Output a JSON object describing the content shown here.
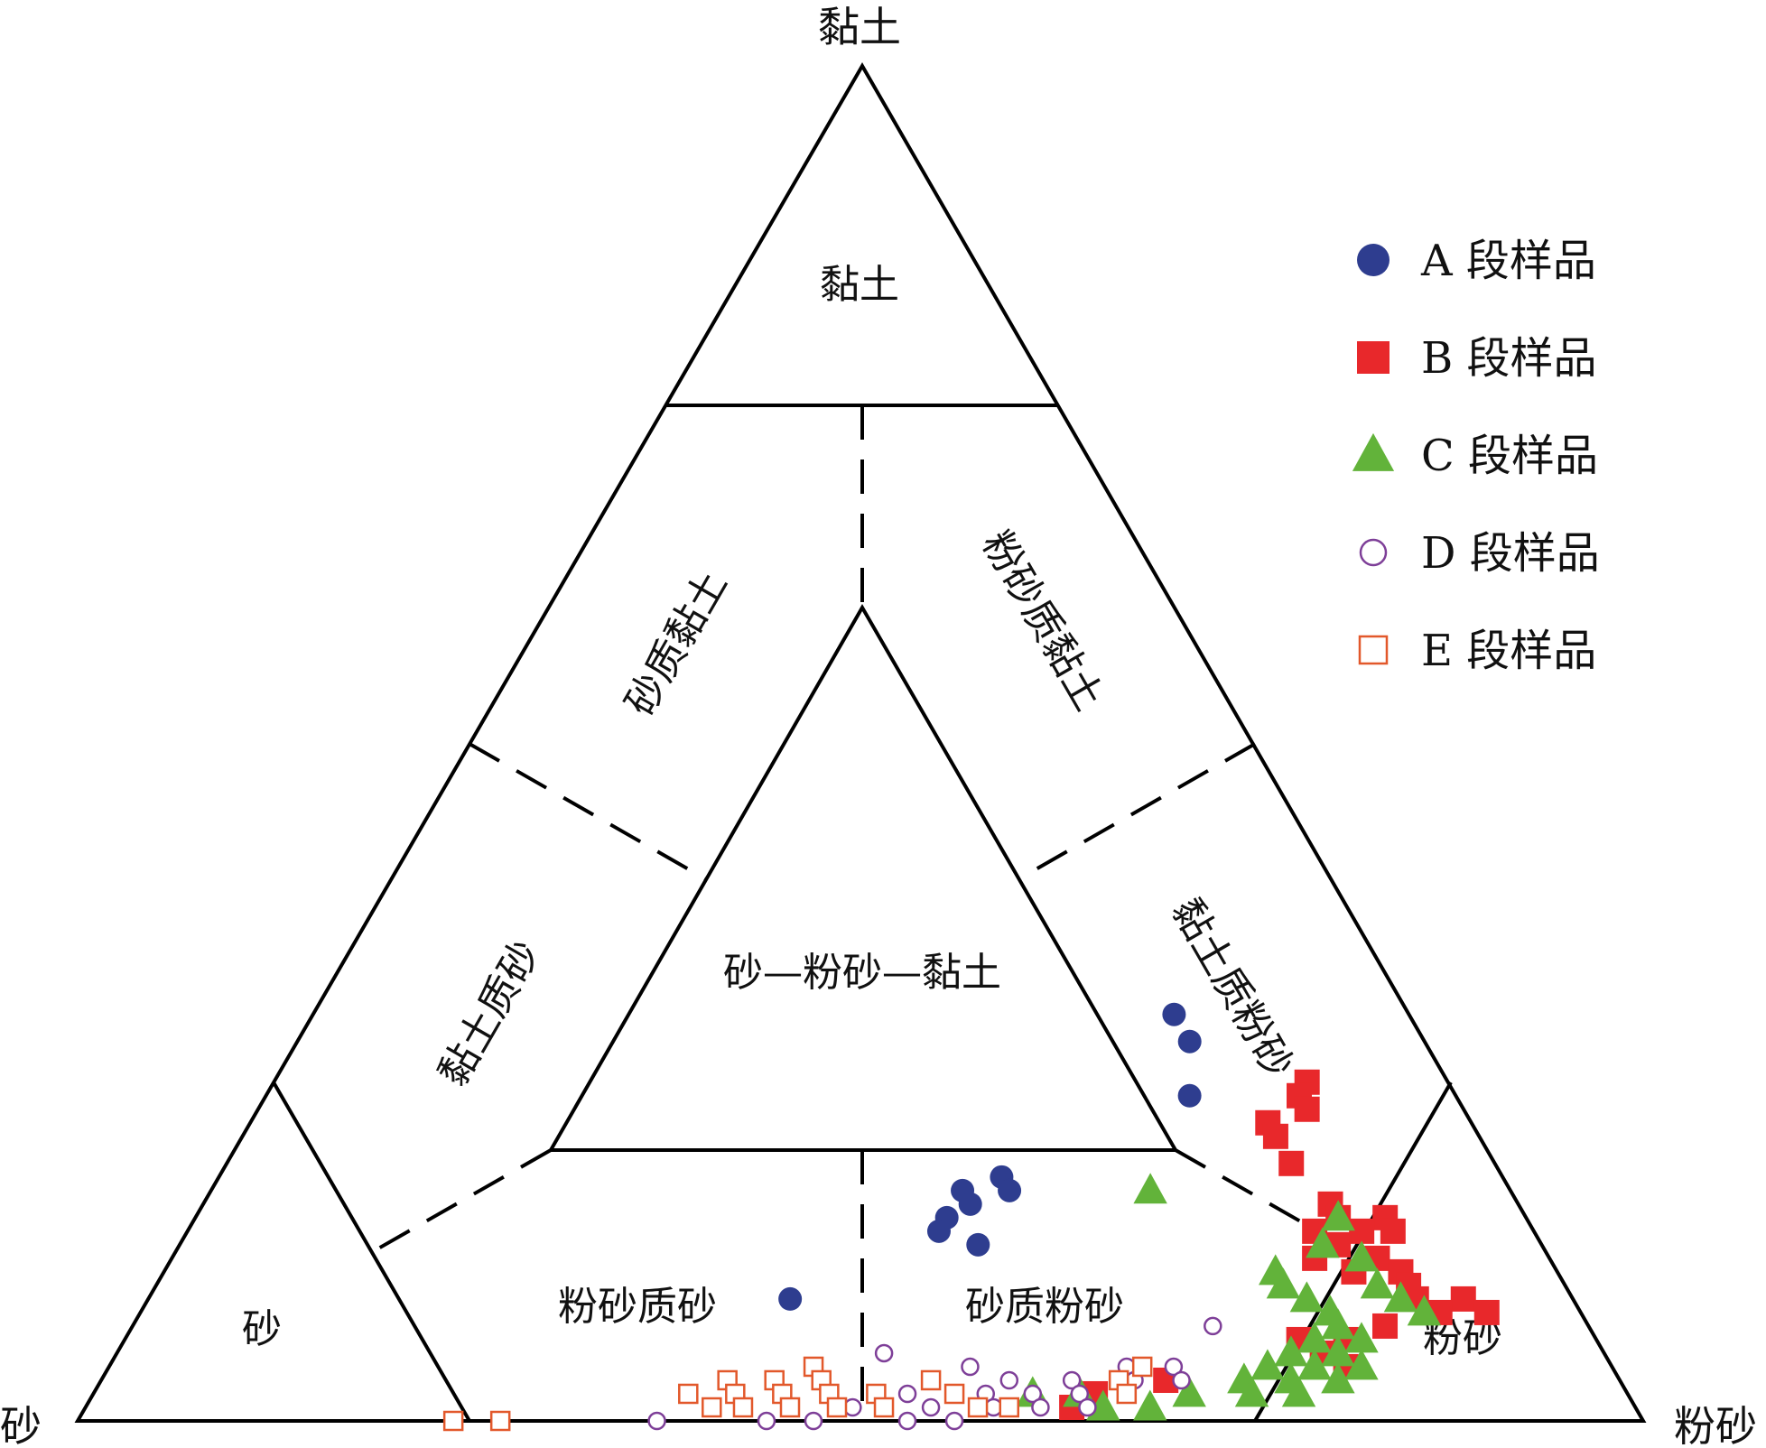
{
  "chart_data": {
    "type": "scatter",
    "subtype": "ternary",
    "apex_labels": {
      "top": "黏土",
      "left": "砂",
      "right": "粉砂"
    },
    "region_labels": {
      "clay": "黏土",
      "sandy_clay": "砂质黏土",
      "silty_clay": "粉砂质黏土",
      "clayey_sand": "黏土质砂",
      "clayey_silt": "黏土质粉砂",
      "sand_silt_clay": "砂—粉砂—黏土",
      "sand": "砂",
      "silty_sand": "粉砂质砂",
      "sandy_silt": "砂质粉砂",
      "silt": "粉砂"
    },
    "legend_position": "top-right",
    "series": [
      {
        "name": "A 段样品",
        "marker": "filled-circle",
        "color": "#2e3d8f",
        "points": [
          {
            "clay": 30,
            "silt": 55
          },
          {
            "clay": 28,
            "silt": 57
          },
          {
            "clay": 24,
            "silt": 59
          },
          {
            "clay": 18,
            "silt": 50
          },
          {
            "clay": 17,
            "silt": 48
          },
          {
            "clay": 17,
            "silt": 51
          },
          {
            "clay": 16,
            "silt": 49
          },
          {
            "clay": 15,
            "silt": 48
          },
          {
            "clay": 14,
            "silt": 48
          },
          {
            "clay": 13,
            "silt": 51
          },
          {
            "clay": 9,
            "silt": 41
          }
        ]
      },
      {
        "name": "B 段样品",
        "marker": "filled-square",
        "color": "#e8282b",
        "points": [
          {
            "clay": 25,
            "silt": 66
          },
          {
            "clay": 24,
            "silt": 66
          },
          {
            "clay": 23,
            "silt": 67
          },
          {
            "clay": 22,
            "silt": 65
          },
          {
            "clay": 21,
            "silt": 66
          },
          {
            "clay": 19,
            "silt": 68
          },
          {
            "clay": 16,
            "silt": 72
          },
          {
            "clay": 15,
            "silt": 73
          },
          {
            "clay": 15,
            "silt": 76
          },
          {
            "clay": 14,
            "silt": 72
          },
          {
            "clay": 14,
            "silt": 75
          },
          {
            "clay": 14,
            "silt": 77
          },
          {
            "clay": 13,
            "silt": 74
          },
          {
            "clay": 12,
            "silt": 73
          },
          {
            "clay": 12,
            "silt": 77
          },
          {
            "clay": 11,
            "silt": 76
          },
          {
            "clay": 11,
            "silt": 79
          },
          {
            "clay": 10,
            "silt": 80
          },
          {
            "clay": 9,
            "silt": 81
          },
          {
            "clay": 9,
            "silt": 84
          },
          {
            "clay": 8,
            "silt": 83
          },
          {
            "clay": 8,
            "silt": 86
          },
          {
            "clay": 7,
            "silt": 80
          },
          {
            "clay": 6,
            "silt": 75
          },
          {
            "clay": 6,
            "silt": 78
          },
          {
            "clay": 5,
            "silt": 77
          },
          {
            "clay": 4,
            "silt": 79
          },
          {
            "clay": 3,
            "silt": 68
          },
          {
            "clay": 2,
            "silt": 64
          },
          {
            "clay": 1,
            "silt": 63
          }
        ]
      },
      {
        "name": "C 段样品",
        "marker": "filled-triangle",
        "color": "#62b33a",
        "points": [
          {
            "clay": 17,
            "silt": 60
          },
          {
            "clay": 15,
            "silt": 73
          },
          {
            "clay": 13,
            "silt": 73
          },
          {
            "clay": 12,
            "silt": 76
          },
          {
            "clay": 11,
            "silt": 71
          },
          {
            "clay": 10,
            "silt": 72
          },
          {
            "clay": 10,
            "silt": 78
          },
          {
            "clay": 9,
            "silt": 74
          },
          {
            "clay": 9,
            "silt": 80
          },
          {
            "clay": 8,
            "silt": 76
          },
          {
            "clay": 8,
            "silt": 82
          },
          {
            "clay": 7,
            "silt": 77
          },
          {
            "clay": 6,
            "silt": 76
          },
          {
            "clay": 6,
            "silt": 79
          },
          {
            "clay": 5,
            "silt": 75
          },
          {
            "clay": 5,
            "silt": 78
          },
          {
            "clay": 4,
            "silt": 74
          },
          {
            "clay": 4,
            "silt": 77
          },
          {
            "clay": 4,
            "silt": 80
          },
          {
            "clay": 3,
            "silt": 73
          },
          {
            "clay": 3,
            "silt": 76
          },
          {
            "clay": 3,
            "silt": 79
          },
          {
            "clay": 2,
            "silt": 70
          },
          {
            "clay": 2,
            "silt": 74
          },
          {
            "clay": 2,
            "silt": 77
          },
          {
            "clay": 2,
            "silt": 63
          },
          {
            "clay": 2,
            "silt": 60
          },
          {
            "clay": 1,
            "silt": 65
          },
          {
            "clay": 1,
            "silt": 68
          }
        ]
      },
      {
        "name": "D 段样品",
        "marker": "open-circle",
        "color": "#7e3f98",
        "points": [
          {
            "clay": 7,
            "silt": 69
          },
          {
            "clay": 5,
            "silt": 49
          },
          {
            "clay": 4,
            "silt": 55
          },
          {
            "clay": 4,
            "silt": 65
          },
          {
            "clay": 4,
            "silt": 68
          },
          {
            "clay": 3,
            "silt": 53
          },
          {
            "clay": 3,
            "silt": 58
          },
          {
            "clay": 3,
            "silt": 62
          },
          {
            "clay": 3,
            "silt": 66
          },
          {
            "clay": 3,
            "silt": 69
          },
          {
            "clay": 2,
            "silt": 44
          },
          {
            "clay": 2,
            "silt": 52
          },
          {
            "clay": 2,
            "silt": 57
          },
          {
            "clay": 2,
            "silt": 60
          },
          {
            "clay": 2,
            "silt": 63
          },
          {
            "clay": 2,
            "silt": 66
          },
          {
            "clay": 1,
            "silt": 45
          },
          {
            "clay": 1,
            "silt": 49
          },
          {
            "clay": 1,
            "silt": 51
          },
          {
            "clay": 1,
            "silt": 54
          },
          {
            "clay": 1,
            "silt": 58
          },
          {
            "clay": 1,
            "silt": 61
          },
          {
            "clay": 1,
            "silt": 64
          },
          {
            "clay": 0,
            "silt": 37
          },
          {
            "clay": 0,
            "silt": 44
          },
          {
            "clay": 0,
            "silt": 47
          },
          {
            "clay": 0,
            "silt": 53
          },
          {
            "clay": 0,
            "silt": 56
          }
        ]
      },
      {
        "name": "E 段样品",
        "marker": "open-square",
        "color": "#e2582b",
        "points": [
          {
            "clay": 4,
            "silt": 66
          },
          {
            "clay": 4,
            "silt": 45
          },
          {
            "clay": 3,
            "silt": 40
          },
          {
            "clay": 3,
            "silt": 43
          },
          {
            "clay": 3,
            "silt": 46
          },
          {
            "clay": 3,
            "silt": 53
          },
          {
            "clay": 3,
            "silt": 65
          },
          {
            "clay": 2,
            "silt": 38
          },
          {
            "clay": 2,
            "silt": 41
          },
          {
            "clay": 2,
            "silt": 44
          },
          {
            "clay": 2,
            "silt": 47
          },
          {
            "clay": 2,
            "silt": 50
          },
          {
            "clay": 2,
            "silt": 55
          },
          {
            "clay": 2,
            "silt": 66
          },
          {
            "clay": 1,
            "silt": 40
          },
          {
            "clay": 1,
            "silt": 42
          },
          {
            "clay": 1,
            "silt": 45
          },
          {
            "clay": 1,
            "silt": 48
          },
          {
            "clay": 1,
            "silt": 51
          },
          {
            "clay": 1,
            "silt": 57
          },
          {
            "clay": 1,
            "silt": 59
          },
          {
            "clay": 0,
            "silt": 24
          },
          {
            "clay": 0,
            "silt": 27
          }
        ]
      }
    ]
  }
}
